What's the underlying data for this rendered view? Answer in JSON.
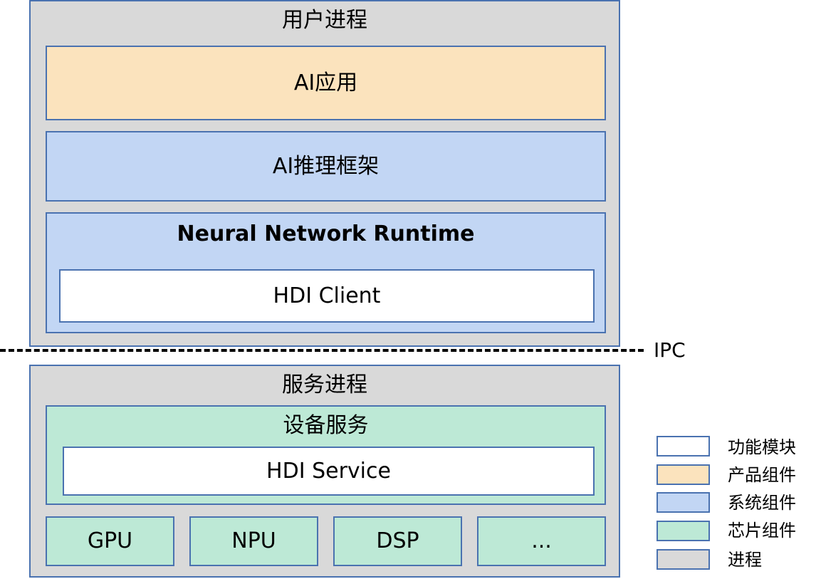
{
  "user_process": {
    "title": "用户进程",
    "ai_app": "AI应用",
    "ai_framework": "AI推理框架",
    "nnrt": {
      "title": "Neural Network Runtime",
      "hdi_client": "HDI Client"
    }
  },
  "ipc": {
    "label": "IPC"
  },
  "service_process": {
    "title": "服务进程",
    "device_service": {
      "title": "设备服务",
      "hdi_service": "HDI Service"
    },
    "chips": [
      "GPU",
      "NPU",
      "DSP",
      "..."
    ]
  },
  "legend": [
    {
      "label": "功能模块",
      "color": "#ffffff"
    },
    {
      "label": "产品组件",
      "color": "#fbe3bd"
    },
    {
      "label": "系统组件",
      "color": "#c2d6f4"
    },
    {
      "label": "芯片组件",
      "color": "#bde9d6"
    },
    {
      "label": "进程",
      "color": "#d9d9d9"
    }
  ],
  "colors": {
    "border": "#4a72b0",
    "process": "#d9d9d9",
    "product": "#fbe3bd",
    "system": "#c2d6f4",
    "chip": "#bde9d6",
    "module": "#ffffff"
  }
}
